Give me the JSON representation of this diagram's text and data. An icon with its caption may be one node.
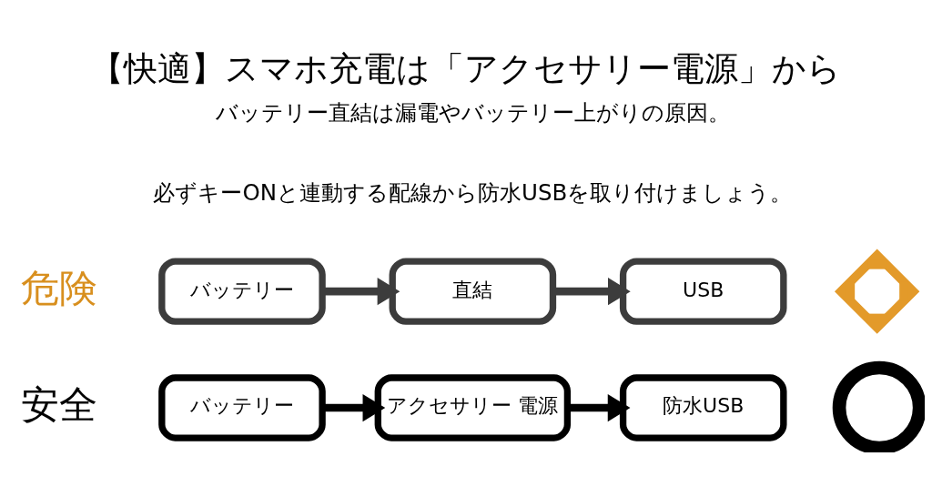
{
  "diagram": {
    "title": "【快適】スマホ充電は「アクセサリー電源」から",
    "nodes": [
      {
        "text": [
          "バッテリー"
        ]
      },
      {
        "text": [
          "直結"
        ]
      },
      {
        "text": [
          "USB"
        ]
      },
      {
        "text": [
          "バッテリー"
        ]
      },
      {
        "text": [
          "アクセサリー 電源"
        ]
      },
      {
        "text": [
          "防水USB"
        ]
      },
      {
        "text": [],
        "shape": "circle"
      },
      {
        "text": [],
        "shape": "cross"
      }
    ],
    "edges": [
      {
        "from": 0,
        "to": 1,
        "arrow": "to",
        "color": "#3c3c3c"
      },
      {
        "from": 1,
        "to": 2,
        "arrow": "to",
        "color": "#3c3c3c"
      },
      {
        "from": 3,
        "to": 4,
        "arrow": "to"
      },
      {
        "from": 4,
        "to": 5,
        "arrow": "to"
      }
    ],
    "labels": [
      "バッテリー直結は漏電やバッテリー上がりの原因。",
      "必ずキーONと連動する配線から防水USBを取り付けましょう。",
      "危険",
      "安全"
    ]
  }
}
